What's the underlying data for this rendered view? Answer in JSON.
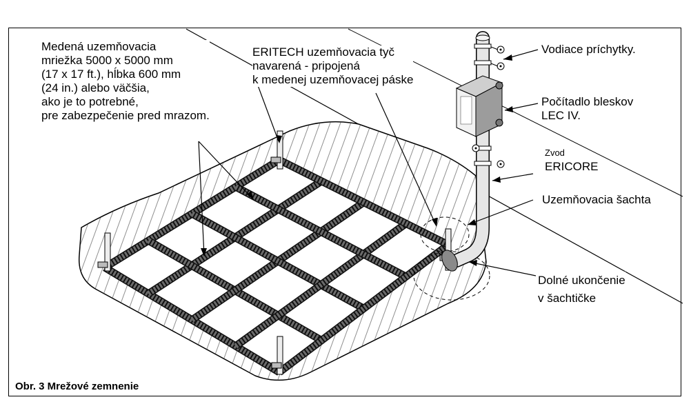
{
  "labels": {
    "grid_note": [
      "Medená uzemňovacia",
      "mriežka 5000 x 5000 mm",
      "(17 x 17 ft.), hĺbka 600 mm",
      "(24 in.) alebo väčšia,",
      "ako je to potrebné,",
      "pre zabezpečenie pred mrazom."
    ],
    "rod_note": [
      "ERITECH uzemňovacia tyč",
      "navarená - pripojená",
      "k medenej uzemňovacej páske"
    ],
    "guides": "Vodiace príchytky.",
    "counter": [
      "Počítadlo bleskov",
      "LEC IV."
    ],
    "down_small": "Zvod",
    "down_name": "ERICORE",
    "pit": "Uzemňovacia šachta",
    "termination": [
      "Dolné ukončenie",
      "v šachtičke"
    ],
    "caption": "Obr. 3 Mrežové zemnenie"
  },
  "colors": {
    "line": "#000000",
    "tape_fill": "#6b6b6b",
    "pipe_fill": "#e6e6e6",
    "box_fill": "#a8a8a8"
  }
}
